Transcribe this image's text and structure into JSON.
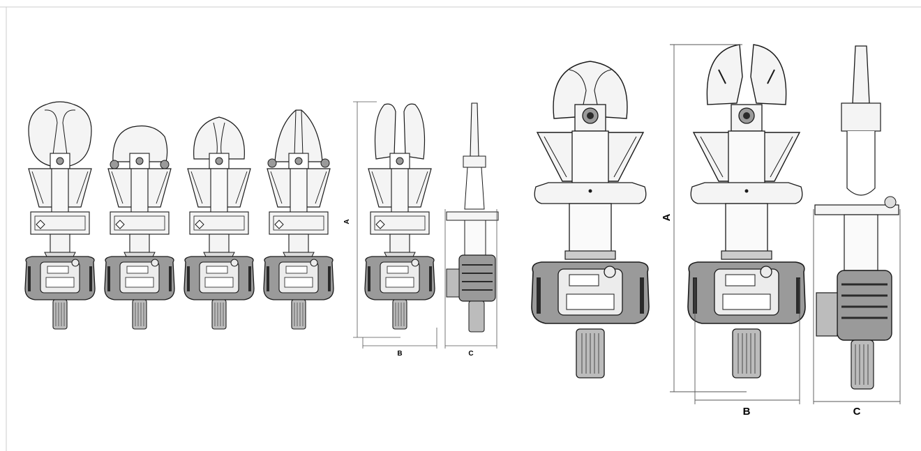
{
  "figure": {
    "line_color": "#1a1a1a",
    "fill_light": "#ececec",
    "fill_mid": "#9a9a9a",
    "fill_dark": "#2a2a2a",
    "border_color": "#cccccc"
  },
  "small_set": {
    "dim_a": "A",
    "dim_b": "B",
    "dim_c": "C",
    "tools": [
      "combi-tool",
      "cutter",
      "cutter-2",
      "spreader-cutter",
      "dimensioned-front",
      "dimensioned-side"
    ]
  },
  "large_set": {
    "dim_a": "A",
    "dim_b": "B",
    "dim_c": "C"
  }
}
